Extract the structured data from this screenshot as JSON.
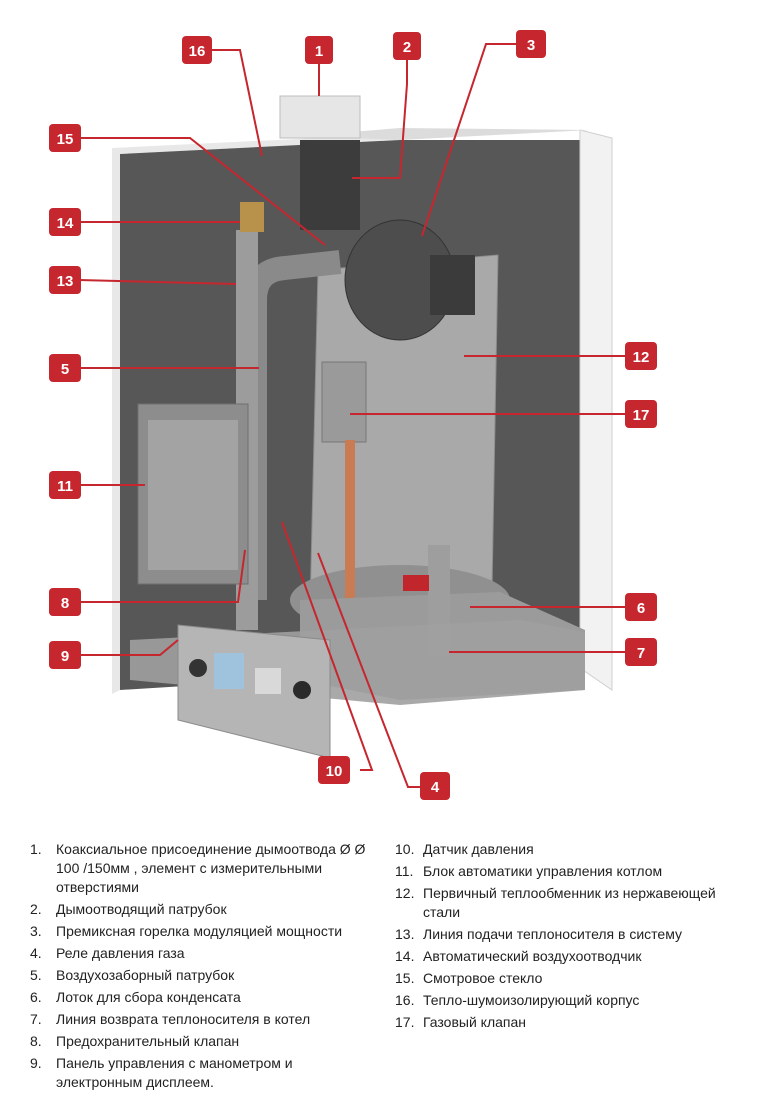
{
  "callouts": [
    {
      "num": "16"
    },
    {
      "num": "1"
    },
    {
      "num": "2"
    },
    {
      "num": "3"
    },
    {
      "num": "15"
    },
    {
      "num": "14"
    },
    {
      "num": "13"
    },
    {
      "num": "5"
    },
    {
      "num": "12"
    },
    {
      "num": "17"
    },
    {
      "num": "11"
    },
    {
      "num": "8"
    },
    {
      "num": "6"
    },
    {
      "num": "9"
    },
    {
      "num": "7"
    },
    {
      "num": "10"
    },
    {
      "num": "4"
    }
  ],
  "colors": {
    "accent": "#c6262e",
    "cabinet_dark": "#4a4a4a",
    "cabinet_light": "#f0f0f0",
    "heat_exchanger": "#a7a7a7"
  },
  "legend_left": [
    {
      "num": "1.",
      "text": "Коаксиальное присоединение дымоотвода Ø Ø 100 /150мм , элемент с измерительными отверстиями"
    },
    {
      "num": "2.",
      "text": "Дымоотводящий патрубок"
    },
    {
      "num": "3.",
      "text": "Премиксная горелка модуляцией мощности"
    },
    {
      "num": "4.",
      "text": "Реле давления газа"
    },
    {
      "num": "5.",
      "text": "Воздухозаборный патрубок"
    },
    {
      "num": "6.",
      "text": "Лоток для сбора конденсата"
    },
    {
      "num": "7.",
      "text": "Линия возврата теплоносителя в котел"
    },
    {
      "num": "8.",
      "text": "Предохранительный клапан"
    },
    {
      "num": "9.",
      "text": "Панель управления с манометром и электронным дисплеем."
    }
  ],
  "legend_right": [
    {
      "num": "10.",
      "text": "Датчик давления"
    },
    {
      "num": "11.",
      "text": "Блок автоматики управления котлом"
    },
    {
      "num": "12.",
      "text": "Первичный теплообменник из нержавеющей стали"
    },
    {
      "num": "13.",
      "text": "Линия подачи теплоносителя в систему"
    },
    {
      "num": "14.",
      "text": "Автоматический воздухоотводчик"
    },
    {
      "num": "15.",
      "text": "Смотровое стекло"
    },
    {
      "num": "16.",
      "text": "Тепло-шумоизолирующий корпус"
    },
    {
      "num": "17.",
      "text": "Газовый клапан"
    }
  ]
}
